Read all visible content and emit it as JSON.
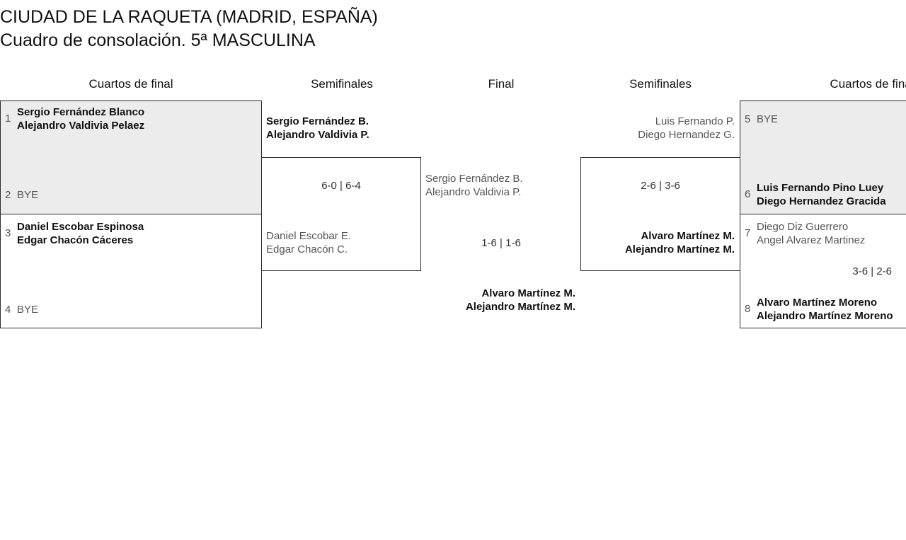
{
  "tournament": {
    "venue": "CIUDAD DE LA RAQUETA (MADRID, ESPAÑA)",
    "draw": "Cuadro de consolación. 5ª MASCULINA"
  },
  "headers": {
    "left_quarters": "Cuartos de final",
    "left_semis": "Semifinales",
    "final": "Final",
    "right_semis": "Semifinales",
    "right_quarters": "Cuartos de final"
  },
  "bracket": {
    "left_quarterfinals": [
      {
        "seed_top": "1",
        "top_line1": "Sergio Fernández Blanco",
        "top_line2": "Alejandro Valdivia Pelaez",
        "seed_bottom": "2",
        "bottom_line1": "BYE",
        "score": ""
      },
      {
        "seed_top": "3",
        "top_line1": "Daniel Escobar Espinosa",
        "top_line2": "Edgar Chacón Cáceres",
        "seed_bottom": "4",
        "bottom_line1": "BYE",
        "score": ""
      }
    ],
    "left_semifinal": {
      "top_line1": "Sergio Fernández B.",
      "top_line2": "Alejandro Valdivia P.",
      "bottom_line1": "Daniel Escobar E.",
      "bottom_line2": "Edgar Chacón C.",
      "score": "6-0 | 6-4"
    },
    "final": {
      "left_line1": "Sergio Fernández B.",
      "left_line2": "Alejandro Valdivia P.",
      "right_line1": "Alvaro Martínez M.",
      "right_line2": "Alejandro Martínez M.",
      "score": "1-6 | 1-6"
    },
    "right_semifinal": {
      "top_line1": "Luis Fernando P.",
      "top_line2": "Diego Hernandez G.",
      "bottom_line1": "Alvaro Martínez M.",
      "bottom_line2": "Alejandro Martínez M.",
      "score": "2-6 | 3-6"
    },
    "right_quarterfinals": [
      {
        "seed_top": "5",
        "top_line1": "BYE",
        "seed_bottom": "6",
        "bottom_line1": "Luis Fernando Pino Luey",
        "bottom_line2": "Diego Hernandez Gracida",
        "score": ""
      },
      {
        "seed_top": "7",
        "top_line1": "Diego Diz Guerrero",
        "top_line2": "Angel Alvarez Martinez",
        "seed_bottom": "8",
        "bottom_line1": "Alvaro Martínez Moreno",
        "bottom_line2": "Alejandro Martínez Moreno",
        "score": "3-6 | 2-6"
      }
    ]
  },
  "colors": {
    "shade": "#ececec",
    "border": "#2b2b2b",
    "winner_text": "#111111",
    "loser_text": "#555555"
  }
}
